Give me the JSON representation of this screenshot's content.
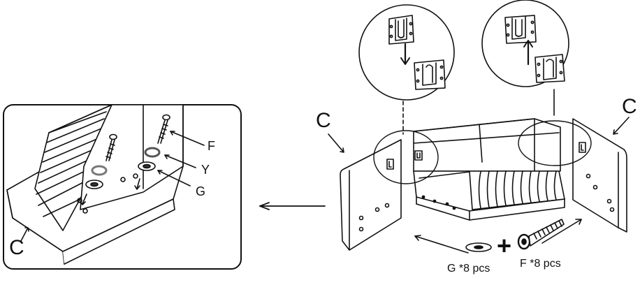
{
  "labels": {
    "part_c": "C",
    "part_f": "F",
    "part_y": "Y",
    "part_g": "G",
    "washer_caption": "G *8 pcs",
    "bolt_caption": "F *8 pcs",
    "plus": "+"
  }
}
